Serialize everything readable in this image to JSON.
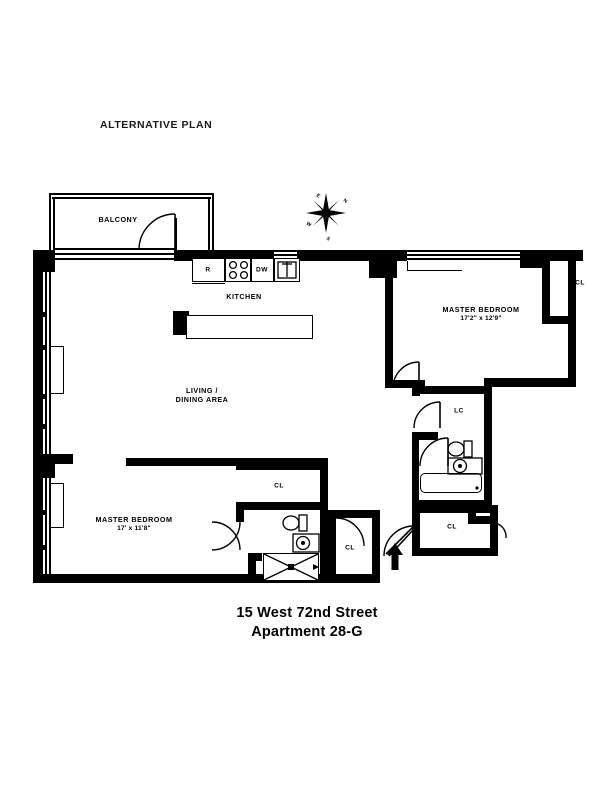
{
  "header": {
    "alt_plan_label": "ALTERNATIVE PLAN"
  },
  "title_block": {
    "address": "15 West 72nd Street",
    "apartment": "Apartment 28-G"
  },
  "compass": {
    "name": "compass-rose",
    "north": "N",
    "east": "E",
    "south": "S",
    "west": "W"
  },
  "rooms": [
    {
      "id": "balcony",
      "label": "BALCONY",
      "dimensions": ""
    },
    {
      "id": "kitchen",
      "label": "KITCHEN",
      "dimensions": ""
    },
    {
      "id": "living-dining",
      "label": "LIVING /",
      "label2": "DINING AREA",
      "dimensions": ""
    },
    {
      "id": "master-bedroom-1",
      "label": "MASTER BEDROOM",
      "dimensions": "17'2\" x 12'9\""
    },
    {
      "id": "master-bedroom-2",
      "label": "MASTER BEDROOM",
      "dimensions": "17' x 11'8\""
    }
  ],
  "closets": [
    {
      "id": "cl-bedroom1-right",
      "label": "CL"
    },
    {
      "id": "lc-hall",
      "label": "LC"
    },
    {
      "id": "cl-entry",
      "label": "CL"
    },
    {
      "id": "cl-bedroom2-top",
      "label": "CL"
    },
    {
      "id": "cl-bedroom2-hall",
      "label": "CL"
    }
  ],
  "appliances": [
    {
      "id": "refrigerator",
      "label": "R",
      "name": "refrigerator-icon"
    },
    {
      "id": "range",
      "label": "",
      "name": "stove-burners-icon"
    },
    {
      "id": "dishwasher",
      "label": "DW",
      "name": "dishwasher-icon"
    },
    {
      "id": "sink",
      "label": "",
      "name": "kitchen-sink-icon"
    }
  ],
  "fixtures": [
    {
      "id": "toilet-bath-1",
      "name": "toilet-icon"
    },
    {
      "id": "sink-bath-1",
      "name": "bathroom-sink-icon"
    },
    {
      "id": "tub-bath-1",
      "name": "bathtub-icon"
    },
    {
      "id": "toilet-bath-2",
      "name": "toilet-icon"
    },
    {
      "id": "sink-bath-2",
      "name": "bathroom-sink-icon"
    },
    {
      "id": "shower-bath-2",
      "name": "shower-stall-icon"
    }
  ],
  "entry": {
    "name": "entry-arrow-icon",
    "label": ""
  },
  "colors": {
    "wall": "#000000",
    "background": "#ffffff",
    "text": "#000000"
  }
}
